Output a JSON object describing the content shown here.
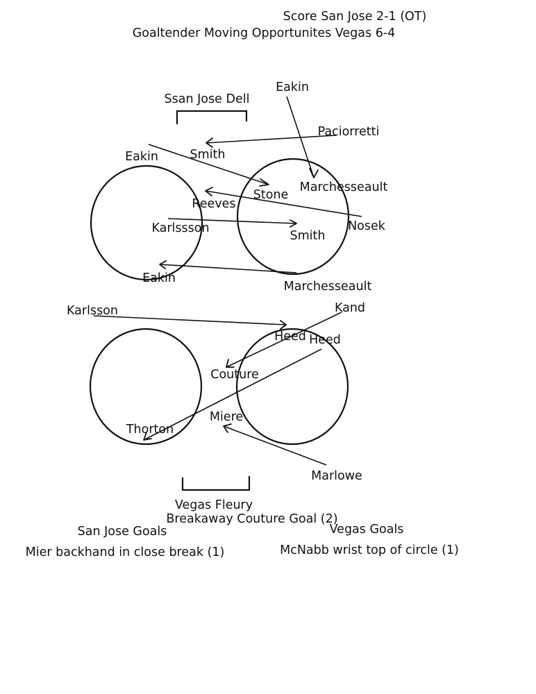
{
  "header": {
    "score": "Score San Jose 2-1 (OT)",
    "chances": "Goaltender Moving Opportunites Vegas 6-4"
  },
  "top_zone": {
    "goalie": "Ssan Jose Dell",
    "players": [
      "Eakin",
      "Paciorretti",
      "Smith",
      "Eakin",
      "Stone",
      "Marchesseault",
      "Reeves",
      "Nosek",
      "Karlssson",
      "Smith",
      "Eakin",
      "Marchesseault"
    ]
  },
  "bottom_zone": {
    "goalie": "Vegas Fleury",
    "players": [
      "Karlsson",
      "Kand",
      "Heed",
      "Heed",
      "Couture",
      "Miere",
      "Thorton",
      "Marlowe"
    ],
    "note": "Breakaway Couture Goal (2)"
  },
  "goals": {
    "san_jose_title": "San Jose Goals",
    "san_jose_1": "Mier backhand in close break (1)",
    "vegas_title": "Vegas Goals",
    "vegas_1": "McNabb wrist top of circle (1)"
  }
}
